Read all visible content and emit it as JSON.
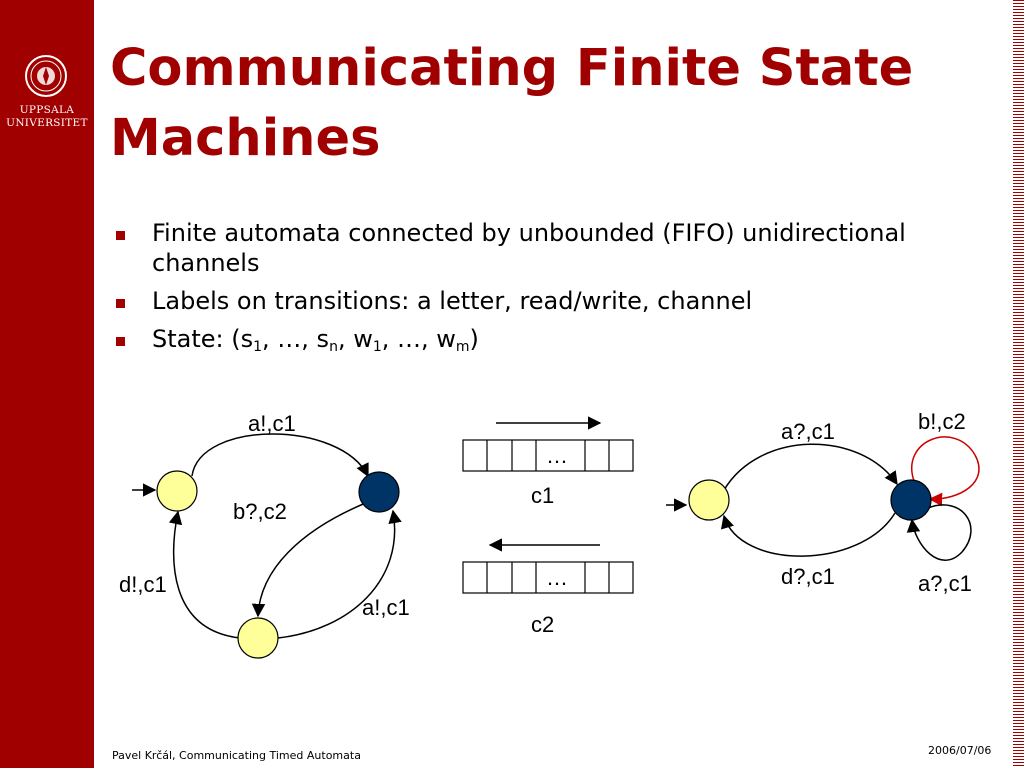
{
  "sidebar": {
    "logo_line1": "UPPSALA",
    "logo_line2": "UNIVERSITET"
  },
  "title": "Communicating Finite State Machines",
  "bullets": [
    {
      "text": "Finite automata connected by unbounded (FIFO) unidirectional channels"
    },
    {
      "text": "Labels on transitions: a letter, read/write, channel"
    },
    {
      "state_prefix": "State: (s",
      "sub1": "1",
      "mid1": ", …, s",
      "subn": "n",
      "mid2": ", w",
      "sub1b": "1",
      "mid3": ", …, w",
      "subm": "m",
      "suffix": ")"
    }
  ],
  "diagram": {
    "left_machine": {
      "top_edge_label": "a!,c1",
      "inner_edge_label": "b?,c2",
      "left_edge_label": "d!,c1",
      "right_edge_label": "a!,c1"
    },
    "channels": [
      {
        "name": "c1",
        "ellipsis": "…",
        "direction": "right"
      },
      {
        "name": "c2",
        "ellipsis": "…",
        "direction": "left"
      }
    ],
    "right_machine": {
      "top_edge_label": "a?,c1",
      "bottom_edge_label": "d?,c1",
      "self_loop_top_label": "b!,c2",
      "self_loop_bottom_label": "a?,c1"
    },
    "colors": {
      "initial_state_fill": "#ffff99",
      "dark_state_fill": "#003366",
      "self_loop_red": "#cc0000"
    }
  },
  "footer": {
    "left": "Pavel Krčál, Communicating Timed Automata",
    "right": "2006/07/06"
  }
}
